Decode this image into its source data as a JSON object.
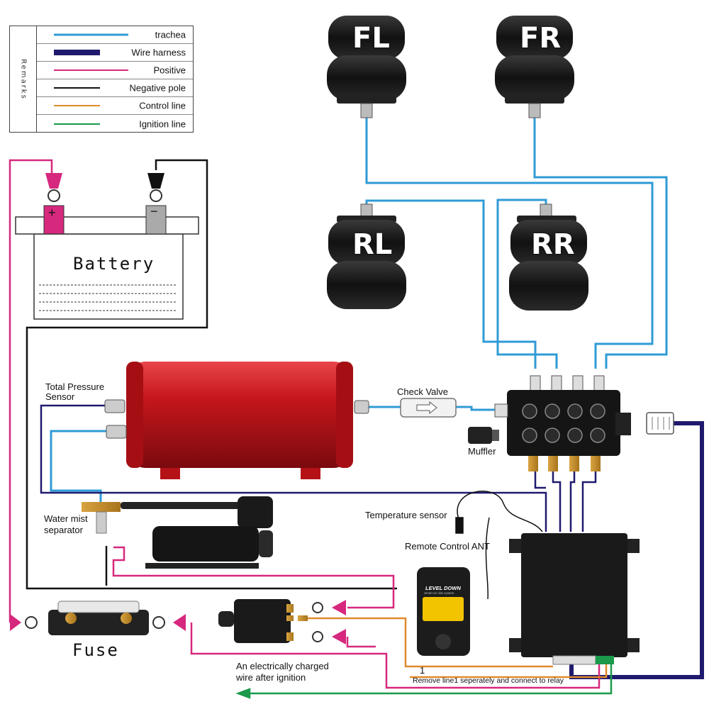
{
  "legend": {
    "title": "Remarks",
    "items": [
      {
        "label": "trachea",
        "color": "#2f9bd6"
      },
      {
        "label": "Wire harness",
        "color": "#1f1a6e"
      },
      {
        "label": "Positive",
        "color": "#d6287d"
      },
      {
        "label": "Negative pole",
        "color": "#111111"
      },
      {
        "label": "Control line",
        "color": "#e08a2c"
      },
      {
        "label": "Ignition line",
        "color": "#1a9a4a"
      }
    ]
  },
  "air_bags": {
    "fl": "FL",
    "fr": "FR",
    "rl": "RL",
    "rr": "RR"
  },
  "battery": {
    "label": "Battery",
    "positive": "+",
    "negative": "−"
  },
  "labels": {
    "total_pressure_sensor": [
      "Total Pressure",
      "Sensor"
    ],
    "check_valve": "Check Valve",
    "muffler": "Muffler",
    "water_mist_separator": [
      "Water mist",
      "separator"
    ],
    "temperature_sensor": "Temperature sensor",
    "remote_control_ant": "Remote Control ANT",
    "fuse": "Fuse",
    "ignition_wire": [
      "An electrically charged",
      "wire after ignition"
    ],
    "line_number": "1",
    "relay_note": "Remove line1 seperately and connect to relay"
  },
  "remote": {
    "brand": "LEVEL DOWN",
    "subtitle": "Smart air ride system"
  },
  "colors": {
    "trachea": "#2f9bd6",
    "harness": "#1f1a6e",
    "positive": "#d6287d",
    "negative": "#111111",
    "control": "#e08a2c",
    "ignition": "#1a9a4a",
    "tank": "#c4161c"
  }
}
